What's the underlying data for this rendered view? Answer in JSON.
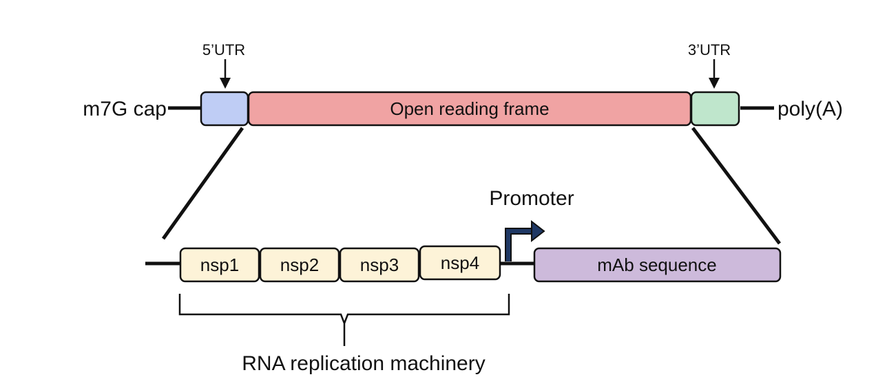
{
  "top_construct": {
    "cap_label": "m7G cap",
    "polya_label": "poly(A)",
    "utr5_label": "5’UTR",
    "utr3_label": "3’UTR",
    "orf_label": "Open reading frame",
    "colors": {
      "utr5": "#bfcdf5",
      "orf": "#f0a3a3",
      "utr3": "#bfe6cc"
    }
  },
  "bottom_construct": {
    "nsp_boxes": [
      {
        "label": "nsp1"
      },
      {
        "label": "nsp2"
      },
      {
        "label": "nsp3"
      },
      {
        "label": "nsp4"
      }
    ],
    "promoter_label": "Promoter",
    "mab_label": "mAb sequence",
    "brace_label": "RNA replication machinery",
    "colors": {
      "nsp": "#fdf3d8",
      "mab": "#cdbadb",
      "promoter_arrow": "#1f3864"
    }
  }
}
